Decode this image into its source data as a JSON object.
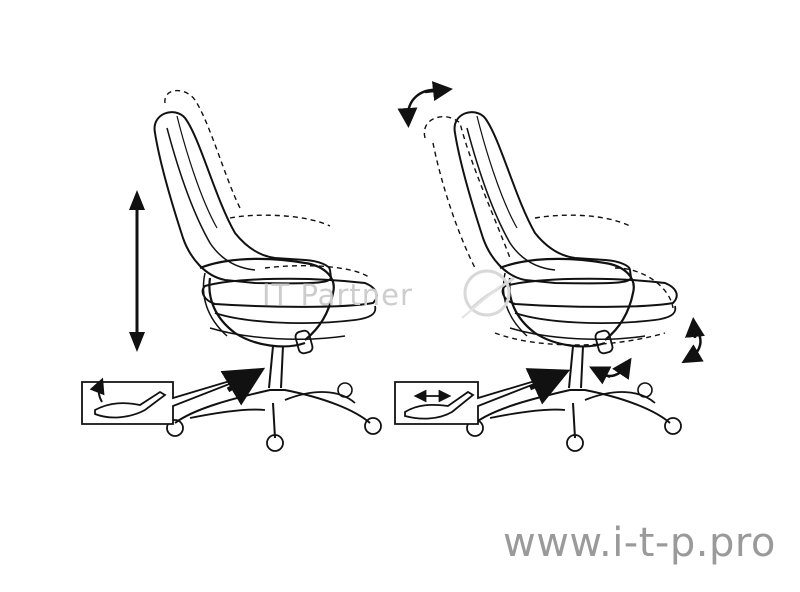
{
  "watermark": {
    "text": "IT Partner",
    "url": "www.i-t-p.pro"
  },
  "colors": {
    "line": "#111111",
    "watermark": "#cdcdcd",
    "url": "#9a9a9a"
  },
  "diagrams": [
    {
      "name": "seat-height-adjustment",
      "icons": [
        "double-arrow-vertical-icon",
        "lever-up-arrow-icon"
      ]
    },
    {
      "name": "tilt-and-tension-adjustment",
      "icons": [
        "rotate-arrow-top-icon",
        "rotate-arrow-bottom-icon",
        "rotate-arrow-knob-icon",
        "lever-double-arrow-icon"
      ]
    }
  ]
}
